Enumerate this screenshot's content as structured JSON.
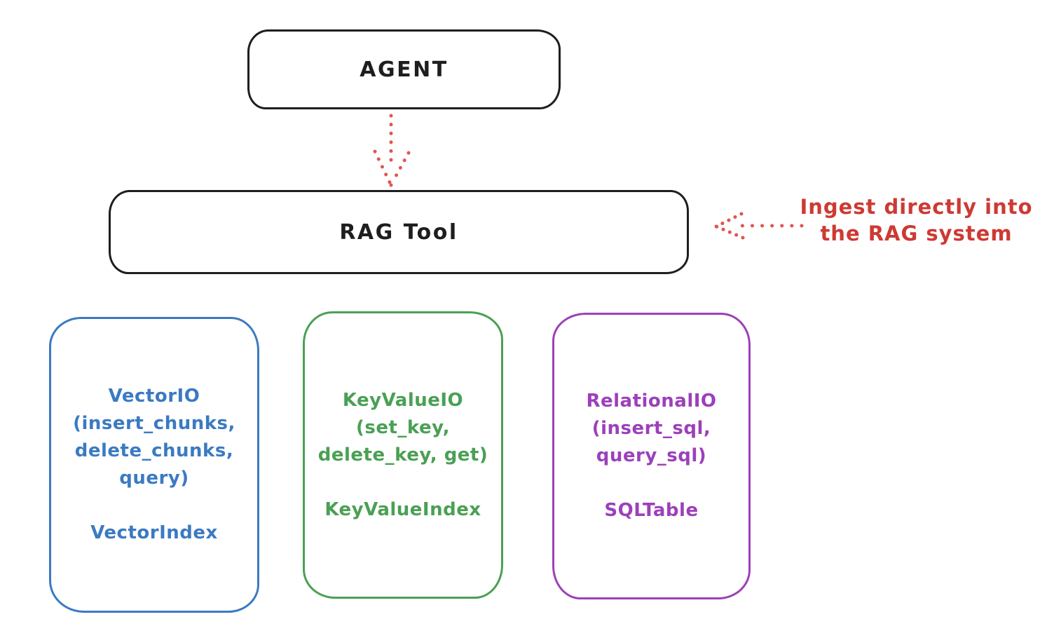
{
  "diagram": {
    "agent": {
      "label": "AGENT"
    },
    "rag": {
      "label": "RAG Tool"
    },
    "annotation": {
      "line1": "Ingest directly into",
      "line2": "the RAG system"
    },
    "boxes": {
      "vector": {
        "title": "VectorIO",
        "params": [
          "(insert_chunks,",
          "delete_chunks,",
          "query)"
        ],
        "index": "VectorIndex"
      },
      "keyvalue": {
        "title": "KeyValueIO",
        "params": [
          "(set_key,",
          "delete_key, get)"
        ],
        "index": "KeyValueIndex"
      },
      "relational": {
        "title": "RelationalIO",
        "params": [
          "(insert_sql,",
          "query_sql)"
        ],
        "index": "SQLTable"
      }
    },
    "colors": {
      "stroke_black": "#1e1e1e",
      "vector_blue": "#3b7ac2",
      "keyvalue_green": "#4aa054",
      "relational_purple": "#9c40ba",
      "annotation_red": "#cd3a33",
      "arrow_red": "#df5650",
      "background": "#ffffff"
    }
  }
}
